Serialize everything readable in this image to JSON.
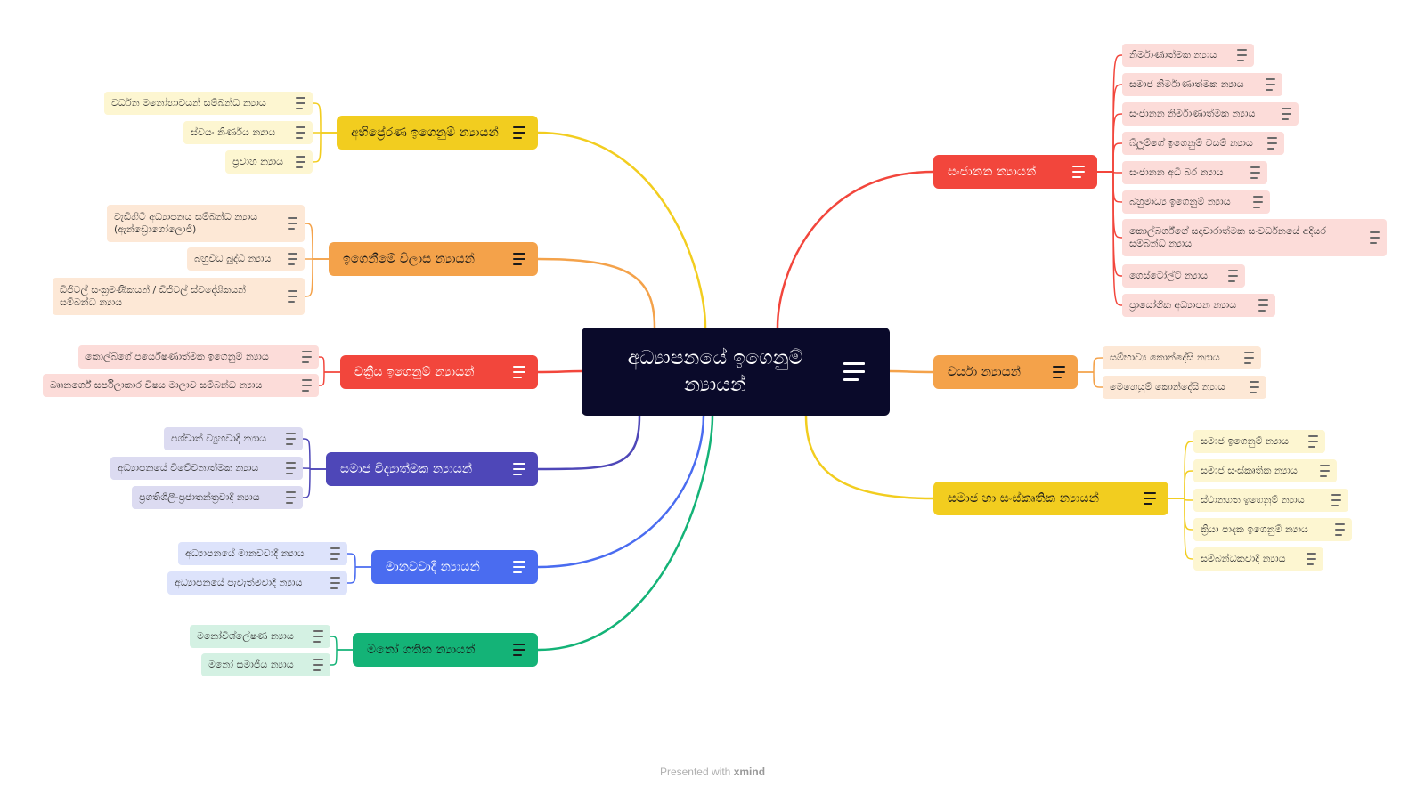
{
  "root": {
    "label": "අධ්‍යාපනයේ ඉගෙනුම් න්‍යායන්"
  },
  "branches": {
    "motivation": {
      "label": "අභිප්‍රේරණ ඉගෙනුම් න්‍යායන්",
      "color": "#f2cd1f",
      "leaf_bg": "#fdf6d1",
      "children": [
        "වර්ධන මනෝභාවයන් සම්බන්ධ න්‍යාය",
        "ස්වයං නිර්ණය න්‍යාය",
        "ප්‍රවාහ න්‍යාය"
      ]
    },
    "styles": {
      "label": "ඉගෙනීමේ විලාස න්‍යායන්",
      "color": "#f4a24a",
      "leaf_bg": "#fde8d6",
      "children": [
        "වැඩිහිටි අධ්‍යාපනය සම්බන්ධ න්‍යාය (ඇන්ඩ්‍රොගෝලොජි)",
        "බහුවිධ බුද්ධි න්‍යාය",
        "ඩිජිටල් සංක්‍රමණිකයන් / ඩිජිටල් ස්වදේශිකයන් සම්බන්ධ න්‍යාය"
      ]
    },
    "cyclic": {
      "label": "චක්‍රීය ඉගෙනුම් න්‍යායන්",
      "color": "#f2463c",
      "leaf_bg": "#fcdcd9",
      "children": [
        "කොල්බ්ගේ පර්යේෂණාත්මක ඉගෙනුම් න්‍යාය",
        "බෲනර්ගේ සර්පිලාකාර විෂය මාලාව සම්බන්ධ න්‍යාය"
      ]
    },
    "sociological": {
      "label": "සමාජ විද්‍යාත්මක න්‍යායන්",
      "color": "#4e47b8",
      "leaf_bg": "#dcdbf1",
      "children": [
        "පශ්චාත් ව්‍යුහවාදී න්‍යාය",
        "අධ්‍යාපනයේ විවේචනාත්මක න්‍යාය",
        "ප්‍රගතිශීලී-ප්‍රජාතන්ත්‍රවාදී න්‍යාය"
      ]
    },
    "humanist": {
      "label": "මානවවාදී න්‍යායන්",
      "color": "#4a6cf0",
      "leaf_bg": "#dde3fb",
      "children": [
        "අධ්‍යාපනයේ මානවවාදී න්‍යාය",
        "අධ්‍යාපනයේ පැවැත්මවාදී න්‍යාය"
      ]
    },
    "psychodynamic": {
      "label": "මනෝ ගතික න්‍යායන්",
      "color": "#14b377",
      "leaf_bg": "#d4f1e3",
      "children": [
        "මනෝවිශ්ලේෂණ න්‍යාය",
        "මනෝ සමාජීය න්‍යාය"
      ]
    },
    "cognitive": {
      "label": "සංජානන න්‍යායන්",
      "color": "#f2463c",
      "leaf_bg": "#fcdcd9",
      "children": [
        "නිර්මාණාත්මක න්‍යාය",
        "සමාජ නිර්මාණාත්මක න්‍යාය",
        "සංජානන නිර්මාණාත්මක න්‍යාය",
        "බ්ලූම්ගේ ඉගෙනුම් වසම් න්‍යාය",
        "සංජානන අධි බර න්‍යාය",
        "බහුමාධ්‍ය ඉගෙනුම් න්‍යාය",
        "කොල්බර්ග්ගේ සදාචාරාත්මක සංවර්ධනයේ අදියර සම්බන්ධ න්‍යාය",
        "ගෙස්ටෝල්ට් න්‍යාය",
        "ප්‍රායෝගික අධ්‍යාපන න්‍යාය"
      ]
    },
    "behavioral": {
      "label": "චර්යා න්‍යායන්",
      "color": "#f4a24a",
      "leaf_bg": "#fde8d6",
      "children": [
        "සම්භාව්‍ය කොන්දේසි න්‍යාය",
        "මෙහෙයුම් කොන්දේසි න්‍යාය"
      ]
    },
    "sociocultural": {
      "label": "සමාජ හා සංස්කෘතික න්‍යායන්",
      "color": "#f2cd1f",
      "leaf_bg": "#fdf6d1",
      "children": [
        "සමාජ ඉගෙනුම් න්‍යාය",
        "සමාජ සංස්කෘතික න්‍යාය",
        "ස්ථානගත ඉගෙනුම් න්‍යාය",
        "ක්‍රියා පාදක ඉගෙනුම් න්‍යාය",
        "සම්බන්ධකවාදී න්‍යාය"
      ]
    }
  },
  "footer": {
    "prefix": "Presented with",
    "brand": "xmind"
  }
}
